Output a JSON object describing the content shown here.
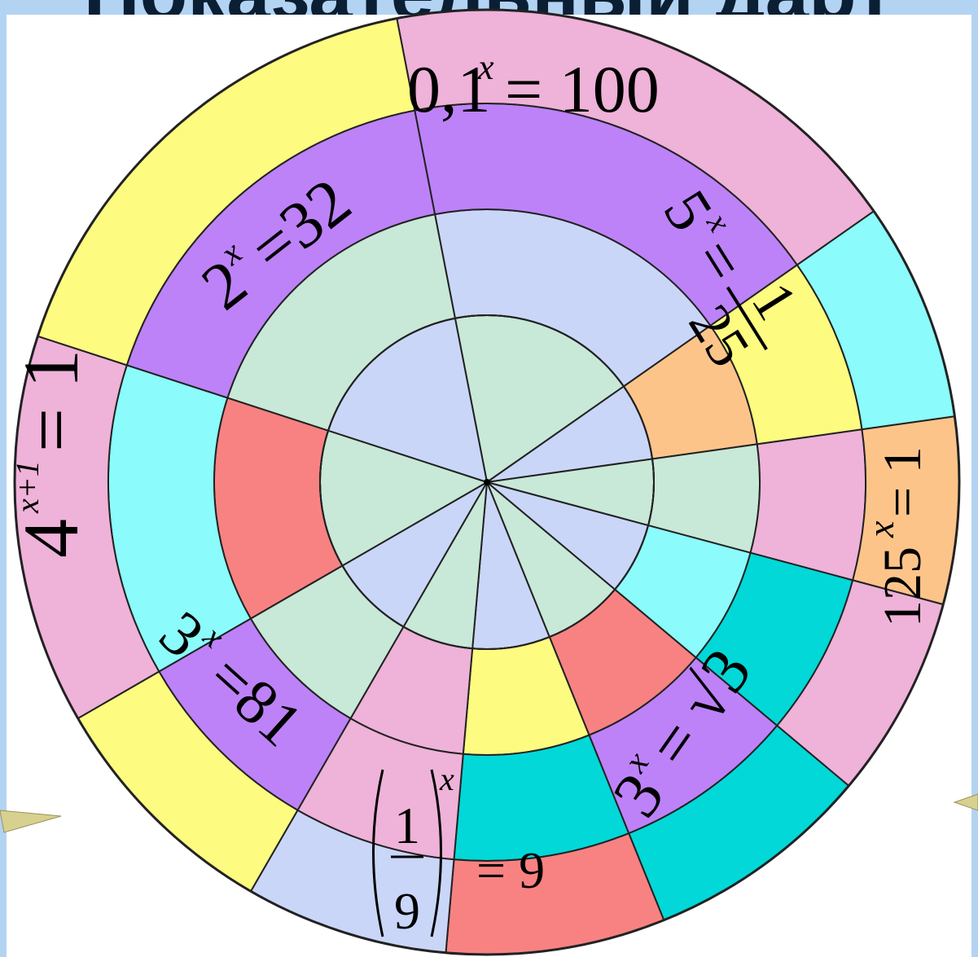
{
  "title": "Показательный дарт",
  "colors": {
    "background": "#b3d3f3",
    "panel": "#ffffff",
    "stroke": "#222222",
    "pink": "#efb2d8",
    "cyan": "#8bfbfb",
    "yellow": "#fdfb80",
    "orange": "#fdc48a",
    "violet": "#bd82f8",
    "teal": "#02d8d8",
    "mint": "#c8e8d8",
    "periwinkle": "#cad6f8",
    "salmon": "#f88282"
  },
  "rings": [
    [
      "mint",
      "periwinkle",
      "mint",
      "periwinkle",
      "mint",
      "periwinkle",
      "mint",
      "periwinkle",
      "mint",
      "periwinkle"
    ],
    [
      "mint",
      "periwinkle",
      "mint",
      "periwinkle",
      "mint",
      "periwinkle",
      "mint",
      "periwinkle",
      "mint",
      "periwinkle"
    ],
    [
      "periwinkle",
      "orange",
      "mint",
      "cyan",
      "salmon",
      "yellow",
      "pink",
      "mint",
      "salmon",
      "mint"
    ],
    [
      "mint",
      "teal",
      "violet",
      "yellow",
      "periwinkle",
      "mint",
      "orange",
      "salmon",
      "mint",
      "violet"
    ],
    [
      "violet",
      "yellow",
      "pink",
      "teal",
      "violet",
      "teal",
      "pink",
      "violet",
      "cyan",
      "violet"
    ],
    [
      "pink",
      "cyan",
      "orange",
      "pink",
      "teal",
      "salmon",
      "periwinkle",
      "yellow",
      "pink",
      "yellow"
    ]
  ],
  "sectors": {
    "s1": {
      "base": "0,1",
      "exp": "x",
      "rhs": "= 100"
    },
    "s2": {
      "base": "5",
      "exp": "x",
      "rhs": "=",
      "num": "1",
      "den": "25"
    },
    "s3": {
      "base": "125",
      "exp": "x",
      "rhs": "= 1"
    },
    "s4": {
      "base": "3",
      "exp": "x",
      "rhs": "= √3"
    },
    "s5": {
      "num": "1",
      "den": "9",
      "exp": "x",
      "rhs": "= 9"
    },
    "s6": {
      "base": "3",
      "exp": "x",
      "rhs": "=81"
    },
    "s7": {
      "base": "4",
      "exp": "x+1",
      "rhs": "= 1"
    },
    "s8": {
      "base": "2",
      "exp": "x",
      "rhs": "=32"
    }
  }
}
